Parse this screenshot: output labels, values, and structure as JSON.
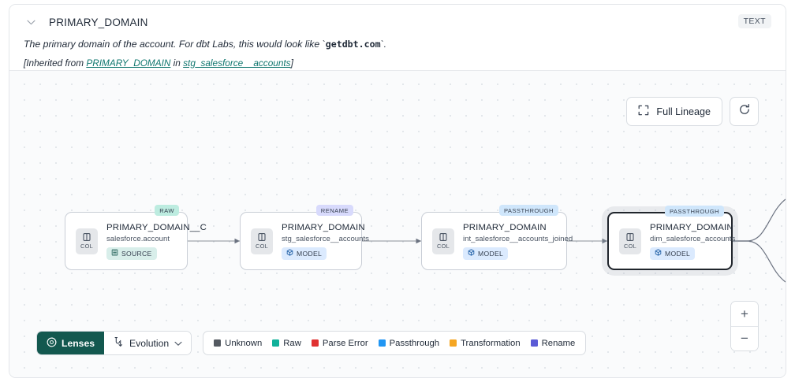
{
  "header": {
    "chevron_icon": "chevron-down-icon",
    "title": "PRIMARY_DOMAIN",
    "type_badge": "TEXT",
    "description_prefix": "The primary domain of the account. For dbt Labs, this would look like `",
    "description_code": "getdbt.com",
    "description_suffix": "`.",
    "inherited_open": "[Inherited from ",
    "inherited_link1": "PRIMARY_DOMAIN",
    "inherited_mid": " in ",
    "inherited_link2": "stg_salesforce__accounts",
    "inherited_close": "]"
  },
  "toolbar": {
    "full_lineage_label": "Full Lineage",
    "full_lineage_icon": "expand-icon",
    "refresh_icon": "refresh-icon"
  },
  "zoom_controls": {
    "zoom_in_label": "+",
    "zoom_out_label": "−"
  },
  "graph": {
    "nodes": [
      {
        "title": "PRIMARY_DOMAIN__C",
        "subtitle": "salesforce.account",
        "kind": "SOURCE",
        "kind_icon": "database-icon",
        "type": "RAW",
        "col_label": "COL",
        "col_icon": "column-icon",
        "selected": false
      },
      {
        "title": "PRIMARY_DOMAIN",
        "subtitle": "stg_salesforce__accounts",
        "kind": "MODEL",
        "kind_icon": "cube-icon",
        "type": "RENAME",
        "col_label": "COL",
        "col_icon": "column-icon",
        "selected": false
      },
      {
        "title": "PRIMARY_DOMAIN",
        "subtitle": "int_salesforce__accounts_joined",
        "kind": "MODEL",
        "kind_icon": "cube-icon",
        "type": "PASSTHROUGH",
        "col_label": "COL",
        "col_icon": "column-icon",
        "selected": false
      },
      {
        "title": "PRIMARY_DOMAIN",
        "subtitle": "dim_salesforce_accounts",
        "kind": "MODEL",
        "kind_icon": "cube-icon",
        "type": "PASSTHROUGH",
        "col_label": "COL",
        "col_icon": "column-icon",
        "selected": true
      }
    ]
  },
  "bottom": {
    "lenses_label": "Lenses",
    "lenses_icon": "aperture-icon",
    "evolution_label": "Evolution",
    "evolution_icon": "evolution-icon",
    "evolution_chevron": "chevron-down-icon",
    "legend": [
      {
        "label": "Unknown",
        "color": "#545a61"
      },
      {
        "label": "Raw",
        "color": "#10b19a"
      },
      {
        "label": "Parse Error",
        "color": "#e03131"
      },
      {
        "label": "Passthrough",
        "color": "#2196f3"
      },
      {
        "label": "Transformation",
        "color": "#f5a623"
      },
      {
        "label": "Rename",
        "color": "#5b5bd6"
      }
    ]
  }
}
